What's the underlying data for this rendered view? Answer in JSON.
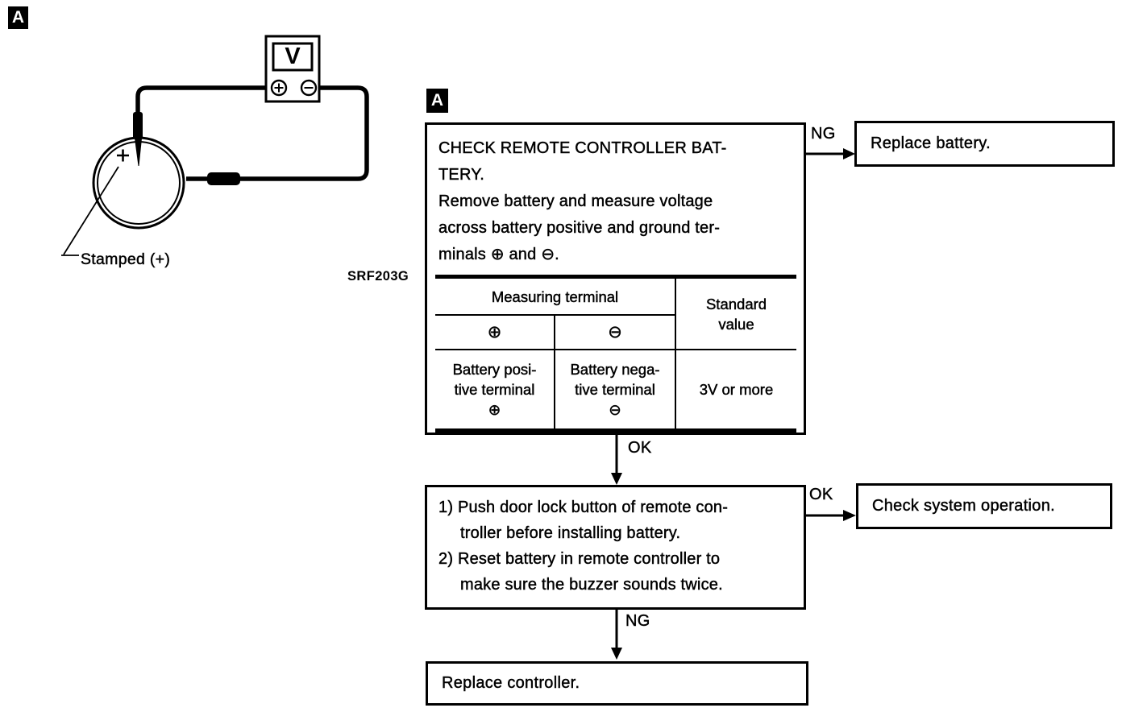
{
  "page": {
    "background": "#ffffff",
    "ink": "#000000"
  },
  "markers": {
    "page_marker": "A",
    "flow_marker": "A"
  },
  "illustration": {
    "voltmeter_label": "V",
    "stamped_label": "Stamped (+)",
    "figure_code": "SRF203G"
  },
  "flowchart": {
    "step1": {
      "text": "CHECK REMOTE CONTROLLER BAT-\nTERY.\nRemove battery and measure voltage\nacross battery positive and ground ter-\nminals ⊕ and ⊖.",
      "table": {
        "measuring_header": "Measuring terminal",
        "standard_header": "Standard\nvalue",
        "plus_symbol": "⊕",
        "minus_symbol": "⊖",
        "positive_cell": "Battery posi-\ntive terminal\n⊕",
        "negative_cell": "Battery nega-\ntive terminal\n⊖",
        "standard_value": "3V or more"
      }
    },
    "labels": {
      "ng1": "NG",
      "ok1": "OK",
      "ok2": "OK",
      "ng2": "NG"
    },
    "replace_battery": "Replace battery.",
    "step2": {
      "item1": "1) Push door lock button of remote con-\ntroller before installing battery.",
      "item2": "2) Reset battery in remote controller to\nmake sure the buzzer sounds twice."
    },
    "check_system": "Check system operation.",
    "replace_controller": "Replace controller."
  }
}
